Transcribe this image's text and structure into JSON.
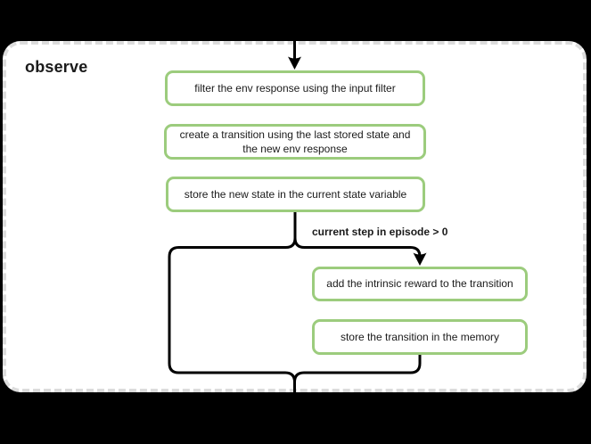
{
  "diagram": {
    "title": "observe",
    "nodes": [
      {
        "id": "filter",
        "label": "filter the env response using the input filter"
      },
      {
        "id": "create",
        "label": "create a transition using the last stored state and the new env response"
      },
      {
        "id": "store_state",
        "label": "store the new state in the current state variable"
      },
      {
        "id": "add_reward",
        "label": "add the intrinsic reward to the transition"
      },
      {
        "id": "store_transition",
        "label": "store the transition in the memory"
      }
    ],
    "edges": {
      "condition_label": "current step in episode > 0"
    },
    "colors": {
      "canvas_bg": "#000000",
      "panel_bg": "#ffffff",
      "panel_border": "#dcdcdc",
      "node_border": "#9ccc7d",
      "connector": "#000000"
    }
  }
}
